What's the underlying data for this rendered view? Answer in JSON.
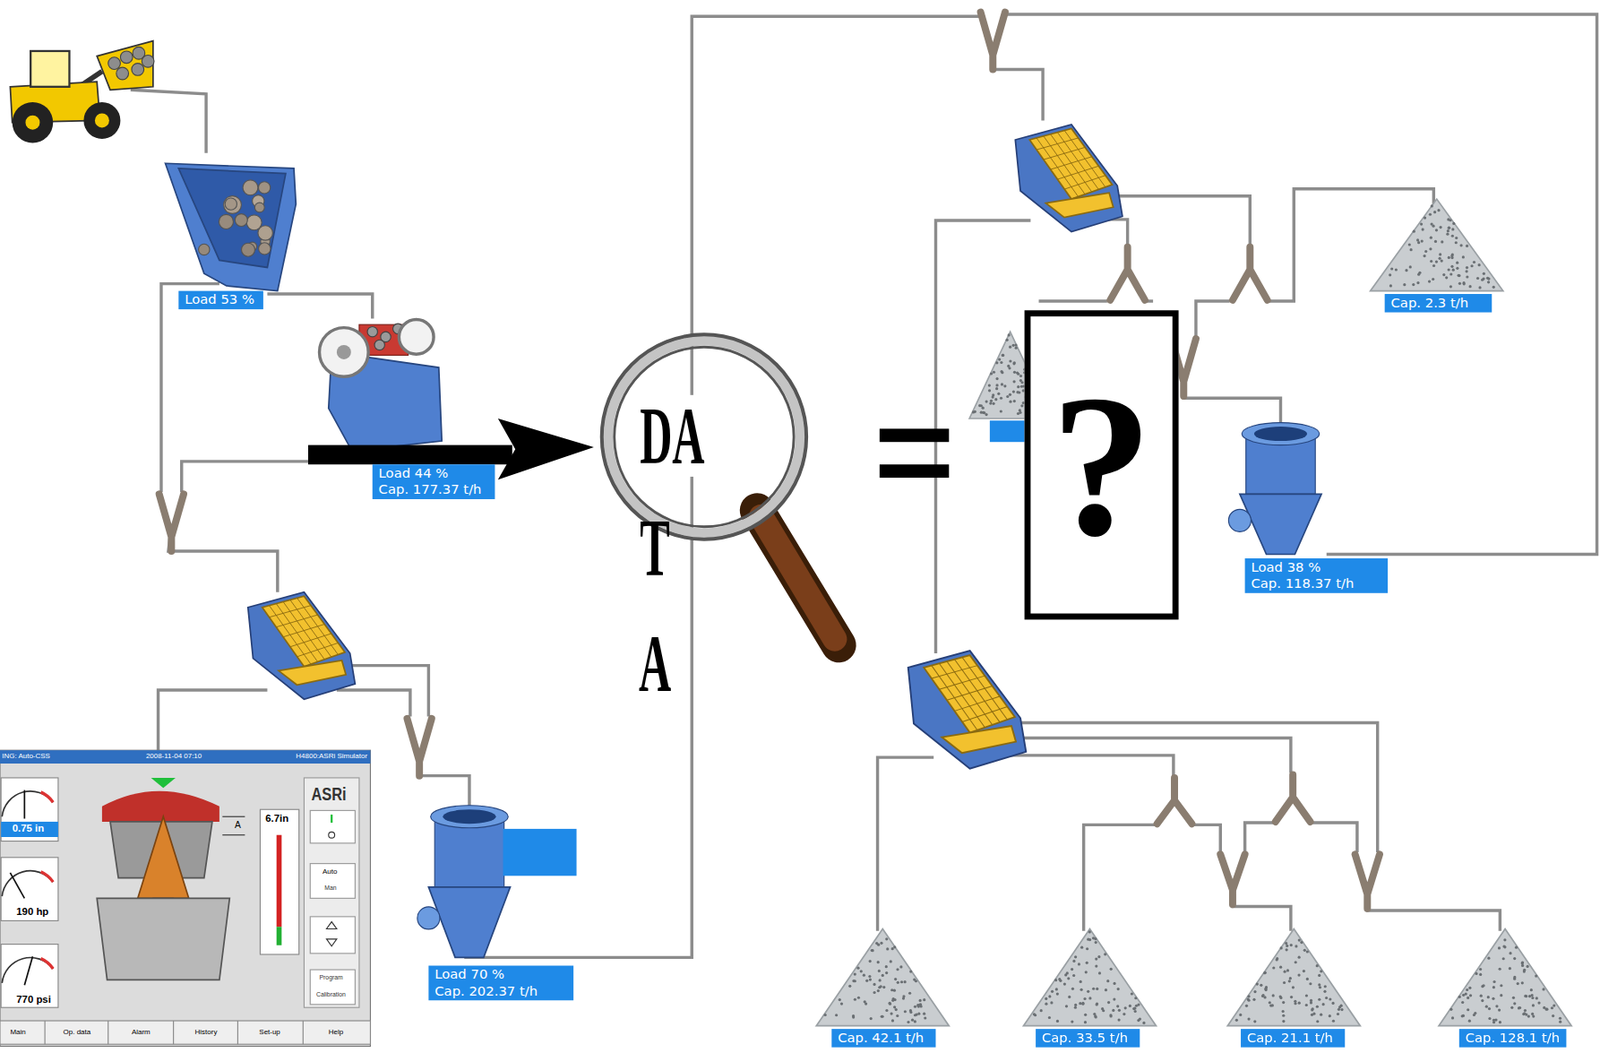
{
  "diagram": {
    "nodes": [
      {
        "text": [
          "Load 53 %"
        ]
      },
      {
        "text": [
          "Load 44 %",
          "Cap. 177.37 t/h"
        ]
      },
      {
        "text": [
          "Load 70 %",
          "Cap. 202.37 t/h"
        ]
      },
      {
        "text": [
          "Cap. 2.3 t/h"
        ]
      },
      {
        "text": [
          "?"
        ]
      },
      {
        "text": [
          "Load 38 %",
          "Cap. 118.37 t/h"
        ]
      },
      {
        "text": [
          "Cap. 42.1 t/h"
        ]
      },
      {
        "text": [
          "Cap. 33.5 t/h"
        ]
      },
      {
        "text": [
          "Cap. 21.1 t/h"
        ]
      },
      {
        "text": [
          "Cap. 128.1 t/h"
        ]
      }
    ],
    "labels": [
      "DA",
      "T",
      "A",
      "ING: Auto-CSS",
      "2008-11-04 07:10",
      "H4800:ASRi Simulator",
      "0.75 in",
      "190 hp",
      "770 psi",
      "6.7in",
      "A",
      "ASRi",
      "Auto",
      "Man",
      "Program",
      "Calibration",
      "Main",
      "Op. data",
      "Alarm",
      "History",
      "Set-up",
      "Help"
    ]
  }
}
